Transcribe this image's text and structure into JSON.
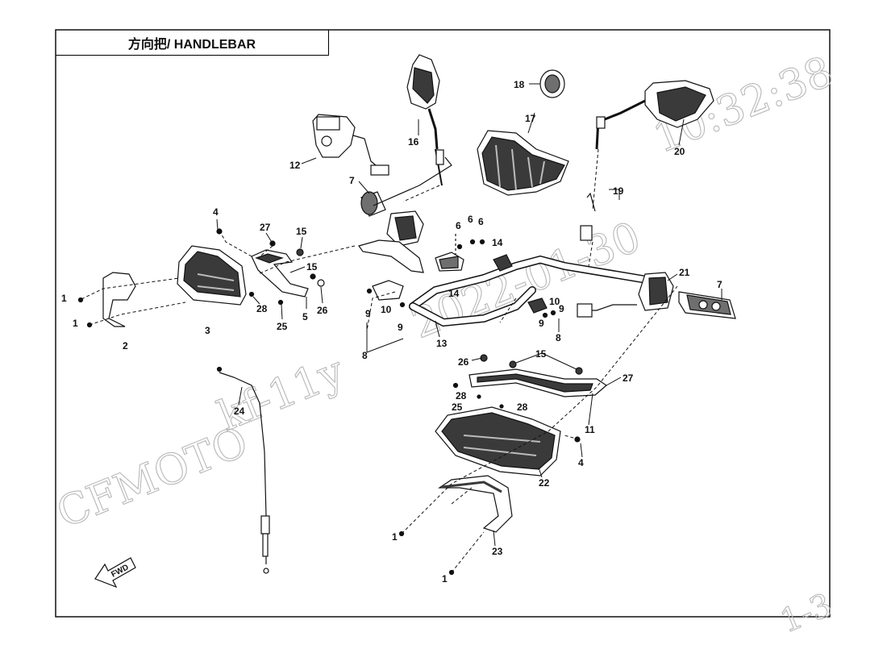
{
  "title": "方向把/ HANDLEBAR",
  "watermark": {
    "brand": "CFMOTO",
    "code": "kf-11y",
    "date": "2022-01-30",
    "time": "10:32:38",
    "edge": "1-3"
  },
  "fwd_label": "FWD",
  "callouts": [
    "1",
    "1",
    "2",
    "3",
    "4",
    "27",
    "15",
    "15",
    "5",
    "26",
    "28",
    "25",
    "7",
    "12",
    "16",
    "18",
    "17",
    "20",
    "19",
    "21",
    "7",
    "6",
    "6",
    "6",
    "14",
    "14",
    "10",
    "9",
    "9",
    "8",
    "10",
    "9",
    "9",
    "8",
    "13",
    "26",
    "15",
    "27",
    "28",
    "28",
    "25",
    "11",
    "4",
    "22",
    "24",
    "1",
    "23",
    "1"
  ],
  "colors": {
    "line": "#111111",
    "watermark": "#b8b8b8",
    "part_dark": "#2a2a2a",
    "part_mid": "#6f6f6f"
  }
}
